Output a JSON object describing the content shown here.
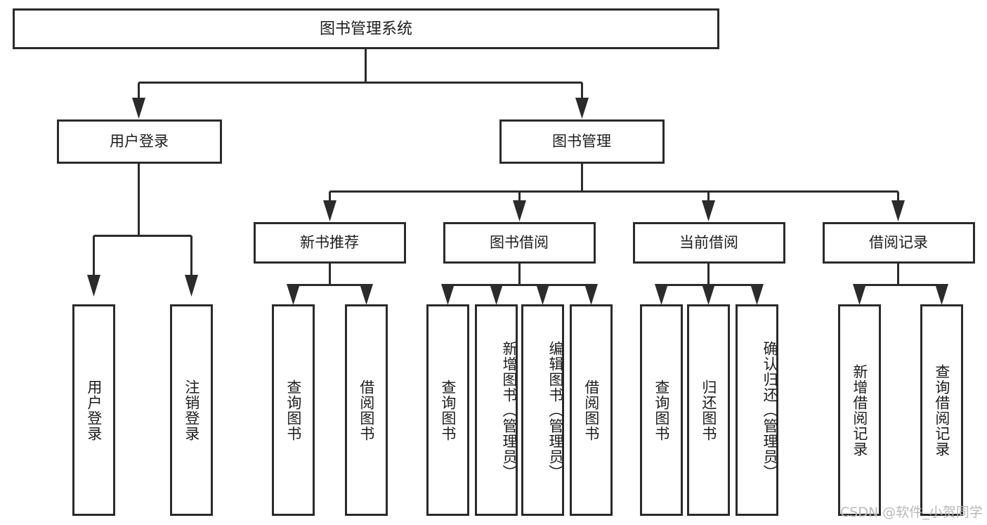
{
  "diagram": {
    "type": "tree-hierarchy",
    "title": "图书管理系统",
    "orientation": "top-down",
    "watermark": "CSDN @软件_小贺同学",
    "colors": {
      "stroke": "#2b2b2b",
      "box_fill": "#ffffff",
      "text": "#1d1d1d",
      "background": "#ffffff",
      "watermark": "#b9b9b9"
    },
    "levels": [
      {
        "level": 0,
        "nodes": [
          {
            "id": "root",
            "label": "图书管理系统",
            "orientation": "horizontal"
          }
        ]
      },
      {
        "level": 1,
        "nodes": [
          {
            "id": "login",
            "label": "用户登录",
            "orientation": "horizontal",
            "parent": "root"
          },
          {
            "id": "bookmgmt",
            "label": "图书管理",
            "orientation": "horizontal",
            "parent": "root"
          }
        ]
      },
      {
        "level": 2,
        "nodes": [
          {
            "id": "newbook",
            "label": "新书推荐",
            "orientation": "horizontal",
            "parent": "bookmgmt"
          },
          {
            "id": "borrow",
            "label": "图书借阅",
            "orientation": "horizontal",
            "parent": "bookmgmt"
          },
          {
            "id": "current",
            "label": "当前借阅",
            "orientation": "horizontal",
            "parent": "bookmgmt"
          },
          {
            "id": "records",
            "label": "借阅记录",
            "orientation": "horizontal",
            "parent": "bookmgmt"
          }
        ]
      },
      {
        "level": 3,
        "nodes": [
          {
            "id": "leaf-1",
            "label": "用户登录",
            "orientation": "vertical",
            "parent": "login"
          },
          {
            "id": "leaf-2",
            "label": "注销登录",
            "orientation": "vertical",
            "parent": "login"
          },
          {
            "id": "leaf-3",
            "label": "查询图书",
            "orientation": "vertical",
            "parent": "newbook"
          },
          {
            "id": "leaf-4",
            "label": "借阅图书",
            "orientation": "vertical",
            "parent": "newbook"
          },
          {
            "id": "leaf-5",
            "label": "查询图书",
            "orientation": "vertical",
            "parent": "borrow"
          },
          {
            "id": "leaf-6",
            "label": "新增图书（管理员）",
            "orientation": "vertical",
            "parent": "borrow"
          },
          {
            "id": "leaf-7",
            "label": "编辑图书（管理员）",
            "orientation": "vertical",
            "parent": "borrow"
          },
          {
            "id": "leaf-8",
            "label": "借阅图书",
            "orientation": "vertical",
            "parent": "borrow"
          },
          {
            "id": "leaf-9",
            "label": "查询图书",
            "orientation": "vertical",
            "parent": "current"
          },
          {
            "id": "leaf-10",
            "label": "归还图书",
            "orientation": "vertical",
            "parent": "current"
          },
          {
            "id": "leaf-11",
            "label": "确认归还（管理员）",
            "orientation": "vertical",
            "parent": "current"
          },
          {
            "id": "leaf-12",
            "label": "新增借阅记录",
            "orientation": "vertical",
            "parent": "records"
          },
          {
            "id": "leaf-13",
            "label": "查询借阅记录",
            "orientation": "vertical",
            "parent": "records"
          }
        ]
      }
    ]
  }
}
